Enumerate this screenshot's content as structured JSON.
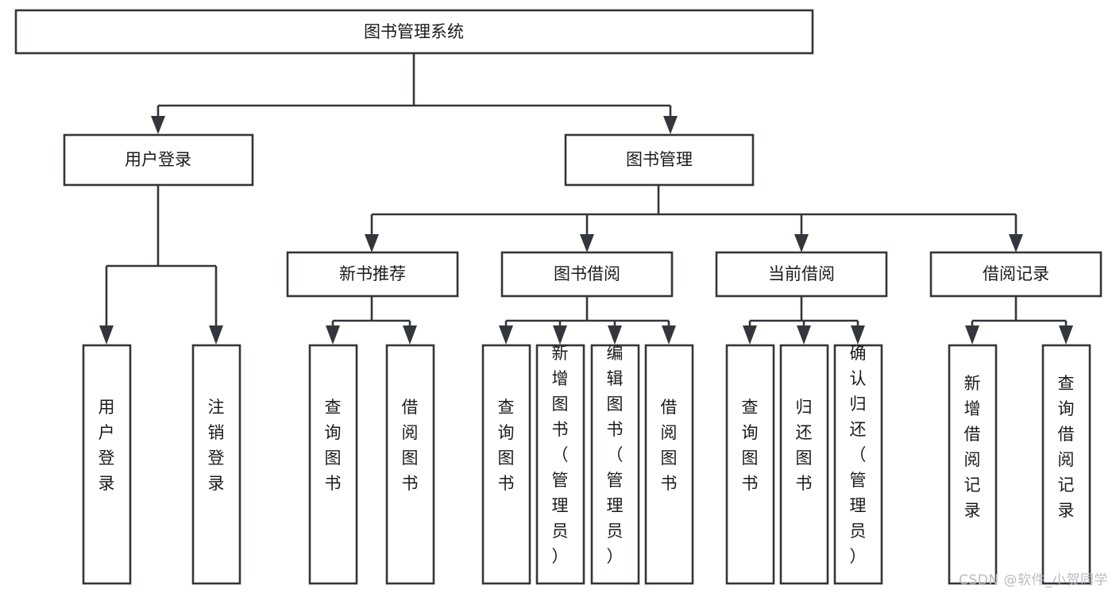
{
  "diagram": {
    "title": "图书管理系统",
    "type": "hierarchy-tree",
    "watermark": "CSDN @软件_小贺同学",
    "colors": {
      "stroke": "#33363b",
      "fill": "#ffffff",
      "text": "#1b1b1b",
      "watermark": "#b9bcc1"
    },
    "root": {
      "label": "图书管理系统"
    },
    "level2": [
      {
        "label": "用户登录"
      },
      {
        "label": "图书管理"
      }
    ],
    "level3": [
      {
        "label": "新书推荐"
      },
      {
        "label": "图书借阅"
      },
      {
        "label": "当前借阅"
      },
      {
        "label": "借阅记录"
      }
    ],
    "leaves": {
      "user_login": [
        {
          "label": "用户登录"
        },
        {
          "label": "注销登录"
        }
      ],
      "new_book_recommend": [
        {
          "label": "查询图书"
        },
        {
          "label": "借阅图书"
        }
      ],
      "book_borrow": [
        {
          "label": "查询图书"
        },
        {
          "label": "新增图书（管理员）"
        },
        {
          "label": "编辑图书（管理员）"
        },
        {
          "label": "借阅图书"
        }
      ],
      "current_borrow": [
        {
          "label": "查询图书"
        },
        {
          "label": "归还图书"
        },
        {
          "label": "确认归还（管理员）"
        }
      ],
      "borrow_record": [
        {
          "label": "新增借阅记录"
        },
        {
          "label": "查询借阅记录"
        }
      ]
    }
  }
}
